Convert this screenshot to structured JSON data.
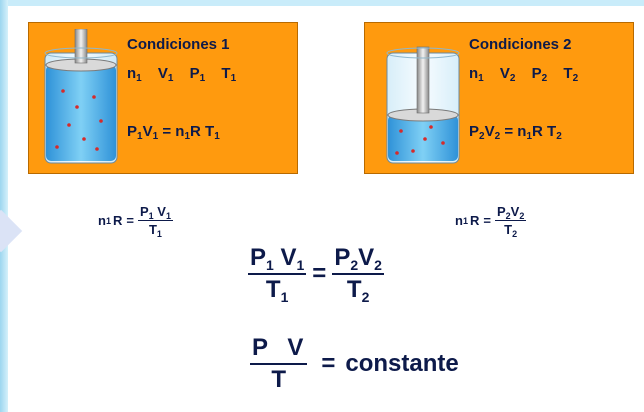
{
  "conditions_1": {
    "title": "Condiciones 1",
    "variables": [
      {
        "base": "n",
        "sub": "1"
      },
      {
        "base": "V",
        "sub": "1"
      },
      {
        "base": "P",
        "sub": "1"
      },
      {
        "base": "T",
        "sub": "1"
      }
    ],
    "equation": {
      "lhs": [
        {
          "base": "P",
          "sub": "1"
        },
        {
          "base": "V",
          "sub": "1"
        }
      ],
      "equals": "=",
      "rhs": [
        {
          "base": "n",
          "sub": "1"
        },
        {
          "base": "R",
          "sub": ""
        },
        {
          "base": "T",
          "sub": "1"
        }
      ]
    },
    "piston_level": "high"
  },
  "conditions_2": {
    "title": "Condiciones 2",
    "variables": [
      {
        "base": "n",
        "sub": "1"
      },
      {
        "base": "V",
        "sub": "2"
      },
      {
        "base": "P",
        "sub": "2"
      },
      {
        "base": "T",
        "sub": "2"
      }
    ],
    "equation": {
      "lhs": [
        {
          "base": "P",
          "sub": "2"
        },
        {
          "base": "V",
          "sub": "2"
        }
      ],
      "equals": "=",
      "rhs": [
        {
          "base": "n",
          "sub": "1"
        },
        {
          "base": "R",
          "sub": ""
        },
        {
          "base": "T",
          "sub": "2"
        }
      ]
    },
    "piston_level": "low"
  },
  "n1r_left": {
    "lhs_n": "n",
    "lhs_n_sub": "1",
    "lhs_r": "R",
    "equals": "=",
    "num_1": "P",
    "num_1_sub": "1",
    "num_2": "V",
    "num_2_sub": "1",
    "den": "T",
    "den_sub": "1"
  },
  "n1r_right": {
    "lhs_n": "n",
    "lhs_n_sub": "1",
    "lhs_r": "R",
    "equals": "=",
    "num_1": "P",
    "num_1_sub": "2",
    "num_2": "V",
    "num_2_sub": "2",
    "den": "T",
    "den_sub": "2"
  },
  "combined": {
    "left_num_1": "P",
    "left_num_1_sub": "1",
    "left_num_2": "V",
    "left_num_2_sub": "1",
    "left_den": "T",
    "left_den_sub": "1",
    "equals": "=",
    "right_num_1": "P",
    "right_num_1_sub": "2",
    "right_num_2": "V",
    "right_num_2_sub": "2",
    "right_den": "T",
    "right_den_sub": "2"
  },
  "general": {
    "num_1": "P",
    "num_2": "V",
    "den": "T",
    "equals": "=",
    "result": "constante"
  },
  "colors": {
    "panel": "#ff9a0e",
    "text": "#0d1a4a",
    "liquid": "#3aa7e6",
    "particles": "#d62a2a"
  }
}
